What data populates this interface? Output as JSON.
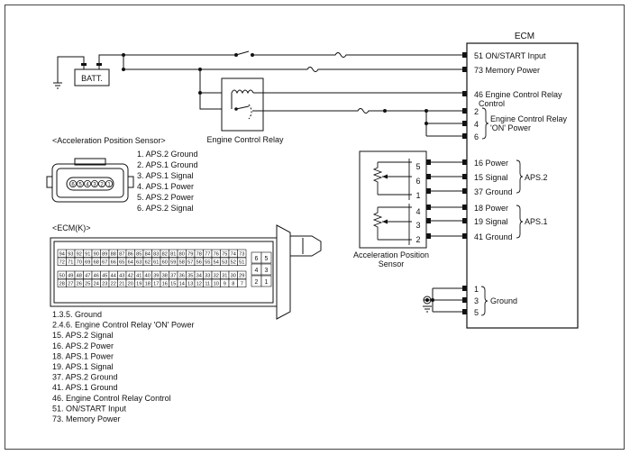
{
  "ecm": {
    "title": "ECM",
    "pins": [
      {
        "label": "51 ON/START Input"
      },
      {
        "label": "73 Memory Power"
      },
      {
        "label": "46 Engine Control Relay"
      },
      {
        "label": "Control"
      },
      {
        "label": "2"
      },
      {
        "label": "4"
      },
      {
        "label": "6"
      },
      {
        "label": "Engine Control Relay"
      },
      {
        "label": "'ON' Power"
      },
      {
        "label": "16 Power"
      },
      {
        "label": "15 Signal"
      },
      {
        "label": "37 Ground"
      },
      {
        "label": "APS.2"
      },
      {
        "label": "18 Power"
      },
      {
        "label": "19 Signal"
      },
      {
        "label": "41 Ground"
      },
      {
        "label": "APS.1"
      },
      {
        "label": "1"
      },
      {
        "label": "3"
      },
      {
        "label": "5"
      },
      {
        "label": "Ground"
      }
    ]
  },
  "battery": {
    "label": "BATT."
  },
  "relay": {
    "label": "Engine Control Relay"
  },
  "sensor": {
    "label_line1": "Acceleration Position",
    "label_line2": "Sensor",
    "pins": [
      "5",
      "6",
      "1",
      "4",
      "3",
      "2"
    ]
  },
  "aps_connector": {
    "title": "<Acceleration Position Sensor>",
    "pin_numbers": [
      "6",
      "5",
      "4",
      "3",
      "2",
      "1"
    ],
    "legend": [
      "1. APS.2 Ground",
      "2. APS.1 Ground",
      "3. APS.1 Signal",
      "4. APS.1 Power",
      "5. APS.2 Power",
      "6. APS.2 Signal"
    ]
  },
  "ecm_connector": {
    "title": "<ECM(K)>",
    "row1": [
      "94",
      "93",
      "92",
      "91",
      "90",
      "89",
      "88",
      "87",
      "86",
      "85",
      "84",
      "83",
      "82",
      "81",
      "80",
      "79",
      "78",
      "77",
      "76",
      "75",
      "74",
      "73"
    ],
    "row2": [
      "72",
      "71",
      "70",
      "69",
      "68",
      "67",
      "66",
      "65",
      "64",
      "63",
      "62",
      "61",
      "60",
      "59",
      "58",
      "57",
      "56",
      "55",
      "54",
      "53",
      "52",
      "51"
    ],
    "row3": [
      "50",
      "49",
      "48",
      "47",
      "46",
      "45",
      "44",
      "43",
      "42",
      "41",
      "40",
      "39",
      "38",
      "37",
      "36",
      "35",
      "34",
      "33",
      "32",
      "31",
      "30",
      "29"
    ],
    "row4": [
      "28",
      "27",
      "26",
      "25",
      "24",
      "23",
      "22",
      "21",
      "20",
      "19",
      "18",
      "17",
      "16",
      "15",
      "14",
      "13",
      "12",
      "11",
      "10",
      "9",
      "8",
      "7"
    ],
    "side": [
      "6",
      "5",
      "4",
      "3",
      "2",
      "1"
    ]
  },
  "pin_legend": [
    "1.3.5. Ground",
    "2.4.6. Engine Control Relay 'ON' Power",
    "15. APS.2 Signal",
    "16. APS.2 Power",
    "18. APS.1 Power",
    "19. APS.1 Signal",
    "37. APS.2 Ground",
    "41. APS.1 Ground",
    "46. Engine Control Relay Control",
    "51. ON/START Input",
    "73. Memory Power"
  ]
}
